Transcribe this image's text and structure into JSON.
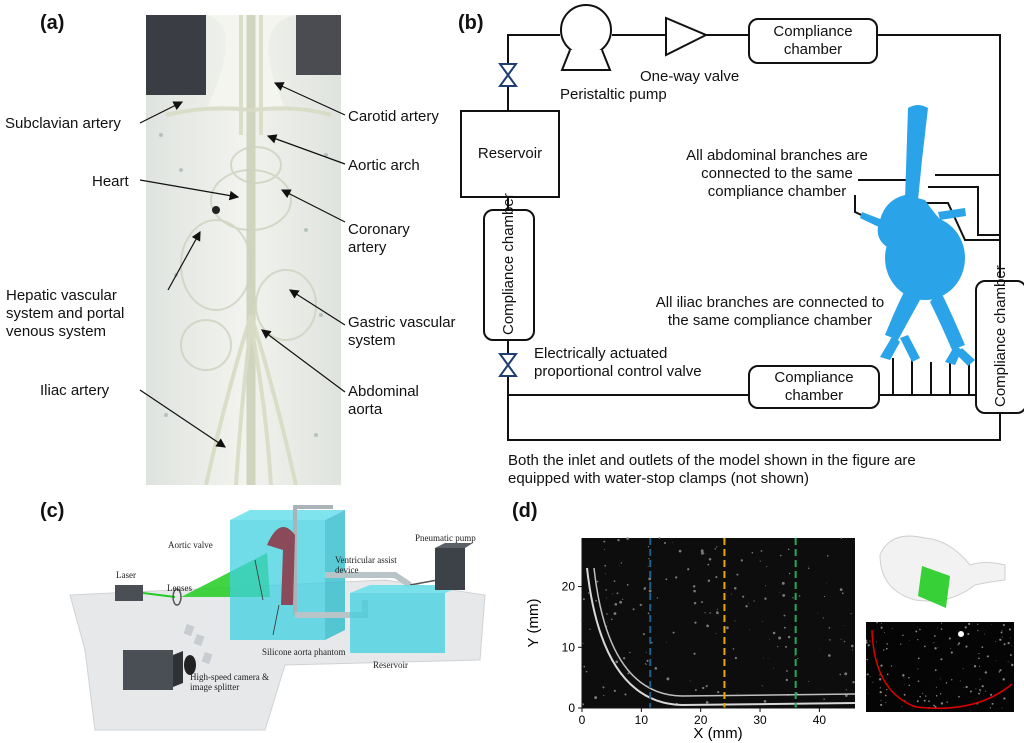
{
  "panel_a": {
    "label": "(a)",
    "annotations": {
      "subclavian": "Subclavian artery",
      "heart": "Heart",
      "hepatic": "Hepatic vascular system and portal venous system",
      "iliac": "Iliac artery",
      "carotid": "Carotid artery",
      "aortic_arch": "Aortic arch",
      "coronary": "Coronary artery",
      "gastric": "Gastric vascular system",
      "abdominal": "Abdominal aorta"
    }
  },
  "panel_b": {
    "label": "(b)",
    "peristaltic_pump": "Peristaltic pump",
    "one_way_valve": "One-way valve",
    "compliance_chamber_top": "Compliance chamber",
    "reservoir": "Reservoir",
    "compliance_chamber_left": "Compliance chamber",
    "abdominal_note": "All abdominal branches are connected to the same compliance chamber",
    "iliac_note": "All iliac branches are connected to the same compliance chamber",
    "control_valve": "Electrically actuated proportional control valve",
    "compliance_chamber_bottom": "Compliance chamber",
    "compliance_chamber_right": "Compliance chamber",
    "footnote": "Both the inlet and outlets of the model shown in the figure are equipped with water-stop clamps (not shown)",
    "colors": {
      "aorta": "#2aa3e8",
      "valve": "#1f3f73"
    }
  },
  "panel_c": {
    "label": "(c)",
    "aortic_valve": "Aortic valve",
    "ventricular_assist": "Ventricular assist device",
    "pneumatic_pump": "Pneumatic pump",
    "laser": "Laser",
    "lenses": "Lenses",
    "phantom": "Silicone aorta phantom",
    "reservoir": "Reservoir",
    "camera": "High-speed camera & image splitter",
    "colors": {
      "water": "#3fd0e0",
      "laser_sheet": "#22cc22"
    }
  },
  "panel_d": {
    "label": "(d)",
    "xlabel": "X (mm)",
    "ylabel": "Y (mm)",
    "x_ticks": [
      "0",
      "10",
      "20",
      "30",
      "40"
    ],
    "y_ticks": [
      "0",
      "10",
      "20"
    ],
    "xlim": [
      0,
      46
    ],
    "ylim": [
      0,
      28
    ],
    "lines": [
      {
        "x": 11.5,
        "color": "#1f5f8b"
      },
      {
        "x": 24,
        "color": "#e8a800"
      },
      {
        "x": 36,
        "color": "#22aa55"
      }
    ]
  }
}
